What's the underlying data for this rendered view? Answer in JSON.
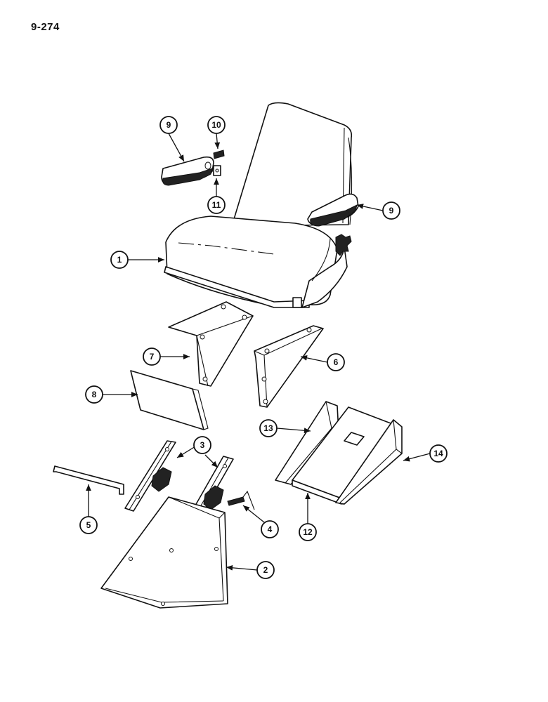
{
  "page_code": "9-274",
  "callouts": [
    {
      "label": "9"
    },
    {
      "label": "10"
    },
    {
      "label": "11"
    },
    {
      "label": "9"
    },
    {
      "label": "1"
    },
    {
      "label": "7"
    },
    {
      "label": "6"
    },
    {
      "label": "8"
    },
    {
      "label": "13"
    },
    {
      "label": "14"
    },
    {
      "label": "3"
    },
    {
      "label": "5"
    },
    {
      "label": "4"
    },
    {
      "label": "12"
    },
    {
      "label": "2"
    }
  ]
}
